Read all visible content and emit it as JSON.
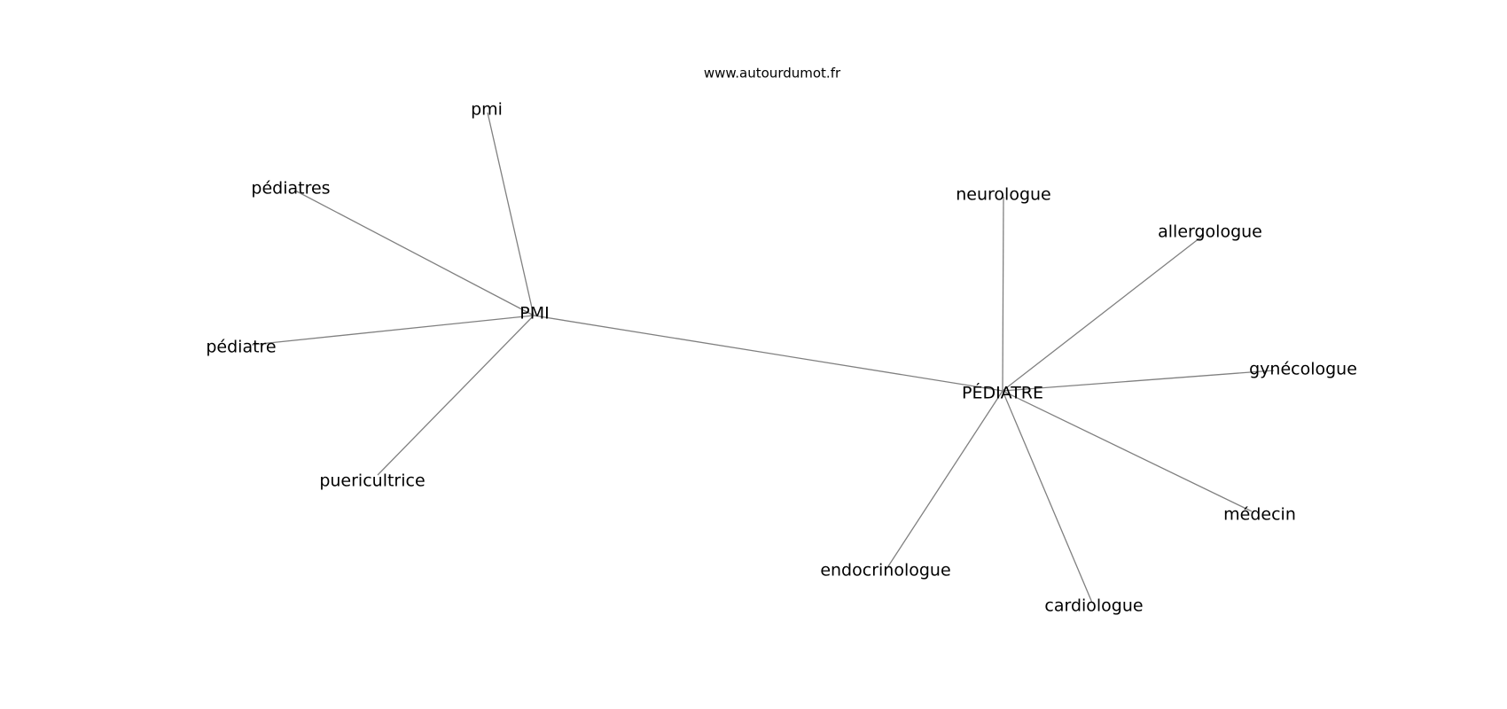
{
  "site": "www.autourdumot.fr",
  "nodes": {
    "pmi_hub": "PMI",
    "pediatre_hub": "PÉDIATRE",
    "pmi": "pmi",
    "pediatres": "pédiatres",
    "pediatre": "pédiatre",
    "puericultrice": "puericultrice",
    "neurologue": "neurologue",
    "allergologue": "allergologue",
    "gynecologue": "gynécologue",
    "medecin": "médecin",
    "endocrinologue": "endocrinologue",
    "cardiologue": "cardiologue"
  },
  "edges": [
    [
      "pmi_hub",
      "pediatre_hub"
    ],
    [
      "pmi_hub",
      "pmi"
    ],
    [
      "pmi_hub",
      "pediatres"
    ],
    [
      "pmi_hub",
      "pediatre"
    ],
    [
      "pmi_hub",
      "puericultrice"
    ],
    [
      "pediatre_hub",
      "neurologue"
    ],
    [
      "pediatre_hub",
      "allergologue"
    ],
    [
      "pediatre_hub",
      "gynecologue"
    ],
    [
      "pediatre_hub",
      "medecin"
    ],
    [
      "pediatre_hub",
      "endocrinologue"
    ],
    [
      "pediatre_hub",
      "cardiologue"
    ]
  ],
  "colors": {
    "edge": "#808080",
    "text": "#000000",
    "background": "#ffffff"
  }
}
